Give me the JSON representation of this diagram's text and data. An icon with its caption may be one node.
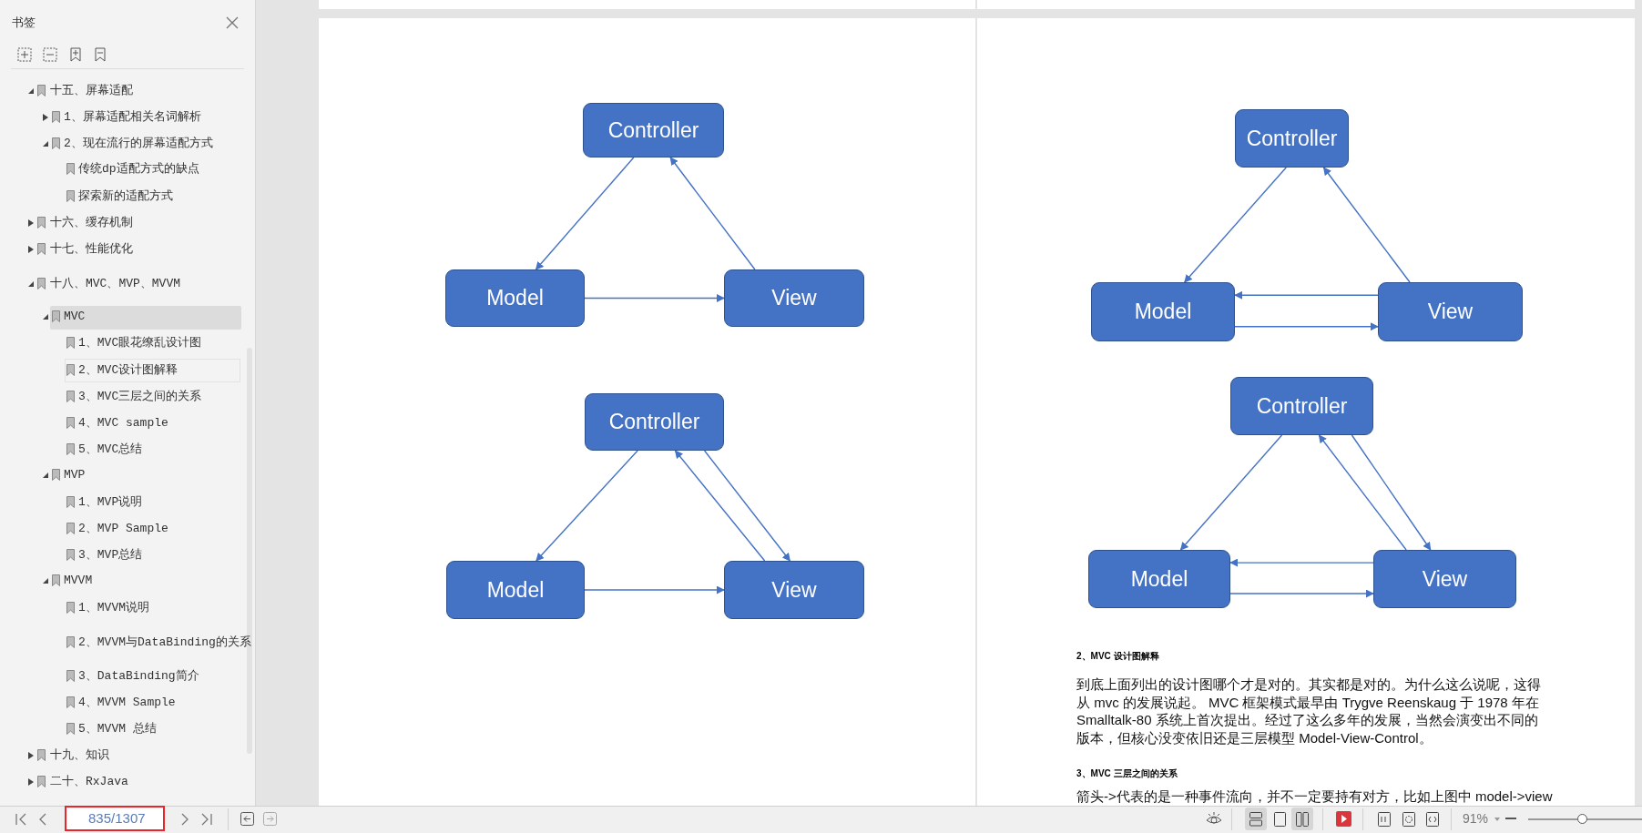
{
  "diagram": {
    "nodes": [
      {
        "text": [
          "Controller"
        ]
      },
      {
        "text": [
          "Model"
        ]
      },
      {
        "text": [
          "View"
        ]
      },
      {
        "text": [
          "Controller"
        ]
      },
      {
        "text": [
          "Model"
        ]
      },
      {
        "text": [
          "View"
        ]
      },
      {
        "text": [
          "Controller"
        ]
      },
      {
        "text": [
          "Model"
        ]
      },
      {
        "text": [
          "View"
        ]
      },
      {
        "text": [
          "Controller"
        ]
      },
      {
        "text": [
          "Model"
        ]
      },
      {
        "text": [
          "View"
        ]
      }
    ],
    "edges": [
      {
        "from": 0,
        "to": 1,
        "arrow": "to"
      },
      {
        "from": 2,
        "to": 0,
        "arrow": "to"
      },
      {
        "from": 1,
        "to": 2,
        "arrow": "to"
      },
      {
        "from": 3,
        "to": 4,
        "arrow": "to"
      },
      {
        "from": 5,
        "to": 3,
        "arrow": "to"
      },
      {
        "from": 3,
        "to": 5,
        "arrow": "to"
      },
      {
        "from": 4,
        "to": 5,
        "arrow": "to"
      },
      {
        "from": 6,
        "to": 7,
        "arrow": "to"
      },
      {
        "from": 8,
        "to": 6,
        "arrow": "to"
      },
      {
        "from": 8,
        "to": 7,
        "arrow": "to"
      },
      {
        "from": 7,
        "to": 8,
        "arrow": "to"
      },
      {
        "from": 9,
        "to": 10,
        "arrow": "to"
      },
      {
        "from": 11,
        "to": 9,
        "arrow": "to"
      },
      {
        "from": 9,
        "to": 11,
        "arrow": "to"
      },
      {
        "from": 11,
        "to": 10,
        "arrow": "to"
      },
      {
        "from": 10,
        "to": 11,
        "arrow": "to"
      }
    ],
    "labels": [
      "书签",
      "十五、屏幕适配",
      "1、屏幕适配相关名词解析",
      "2、现在流行的屏幕适配方式",
      "传统dp适配方式的缺点",
      "探索新的适配方式",
      "十六、缓存机制",
      "十七、性能优化",
      "十八、MVC、MVP、MVVM",
      "MVC",
      "1、MVC眼花缭乱设计图",
      "2、MVC设计图解释",
      "3、MVC三层之间的关系",
      "4、MVC sample",
      "5、MVC总结",
      "MVP",
      "1、MVP说明",
      "2、MVP Sample",
      "3、MVP总结",
      "MVVM",
      "1、MVVM说明",
      "2、MVVM与DataBinding的关系",
      "3、DataBinding简介",
      "4、MVVM Sample",
      "5、MVVM 总结",
      "十九、知识",
      "二十、RxJava",
      "835/1307",
      "91%",
      "2、MVC 设计图解释",
      "到底上面列出的设计图哪个才是对的。其实都是对的。为什么这么说呢，这得从 mvc 的发展说起。 MVC 框架模式最早由 Trygve Reenskaug 于 1978 年在 Smalltalk-80 系统上首次提出。经过了这么多年的发展，当然会演变出不同的版本，但核心没变依旧还是三层模型 Model-View-Control。",
      "3、MVC 三层之间的关系",
      "箭头->代表的是一种事件流向，并不一定要持有对方，比如上图中 model->view"
    ]
  }
}
